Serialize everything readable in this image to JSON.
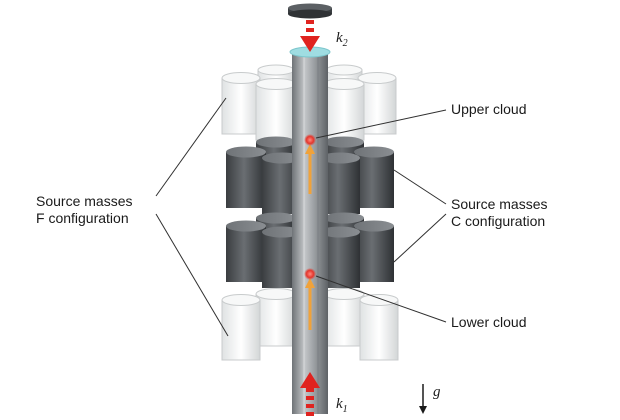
{
  "labels": {
    "k2": {
      "symbol": "k",
      "subscript": "2"
    },
    "k1": {
      "symbol": "k",
      "subscript": "1"
    },
    "g": "g",
    "upper_cloud": "Upper cloud",
    "lower_cloud": "Lower cloud",
    "source_f": {
      "line1": "Source masses",
      "line2": "F configuration"
    },
    "source_c": {
      "line1": "Source masses",
      "line2": "C configuration"
    }
  },
  "colors": {
    "dark_mass": "#505457",
    "light_mass": "#f1f3f3",
    "tube": "#9ea2a5",
    "beam_arrow": "#e0231f",
    "atom_cloud": "#e5352b",
    "launch_arrow": "#f0a23a",
    "mirror": "#9fdde2",
    "callout_line": "#303030"
  },
  "icons": {
    "beam_arrows": "arrow-down-dashed-icon",
    "gravity": "arrow-down-icon"
  }
}
